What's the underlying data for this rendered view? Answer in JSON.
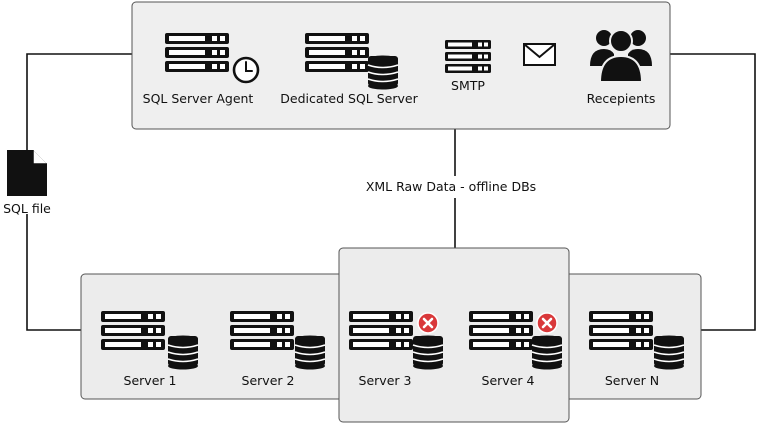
{
  "nodes": {
    "sql_server_agent": "SQL Server Agent",
    "dedicated_sql_server": "Dedicated SQL Server",
    "smtp": "SMTP",
    "recipients": "Recepients",
    "sql_file": "SQL file",
    "server1": "Server 1",
    "server2": "Server 2",
    "server3": "Server 3",
    "server4": "Server 4",
    "serverN": "Server N"
  },
  "edges": {
    "xml_raw_data": "XML Raw Data - offline DBs"
  },
  "icons": {
    "server": "server-rack-icon",
    "database": "database-icon",
    "clock": "clock-icon",
    "envelope": "envelope-icon",
    "users": "users-icon",
    "file": "file-icon",
    "error": "error-x-icon"
  },
  "colors": {
    "error": "#d9383a",
    "ink": "#111111",
    "panel": "#efefef"
  }
}
